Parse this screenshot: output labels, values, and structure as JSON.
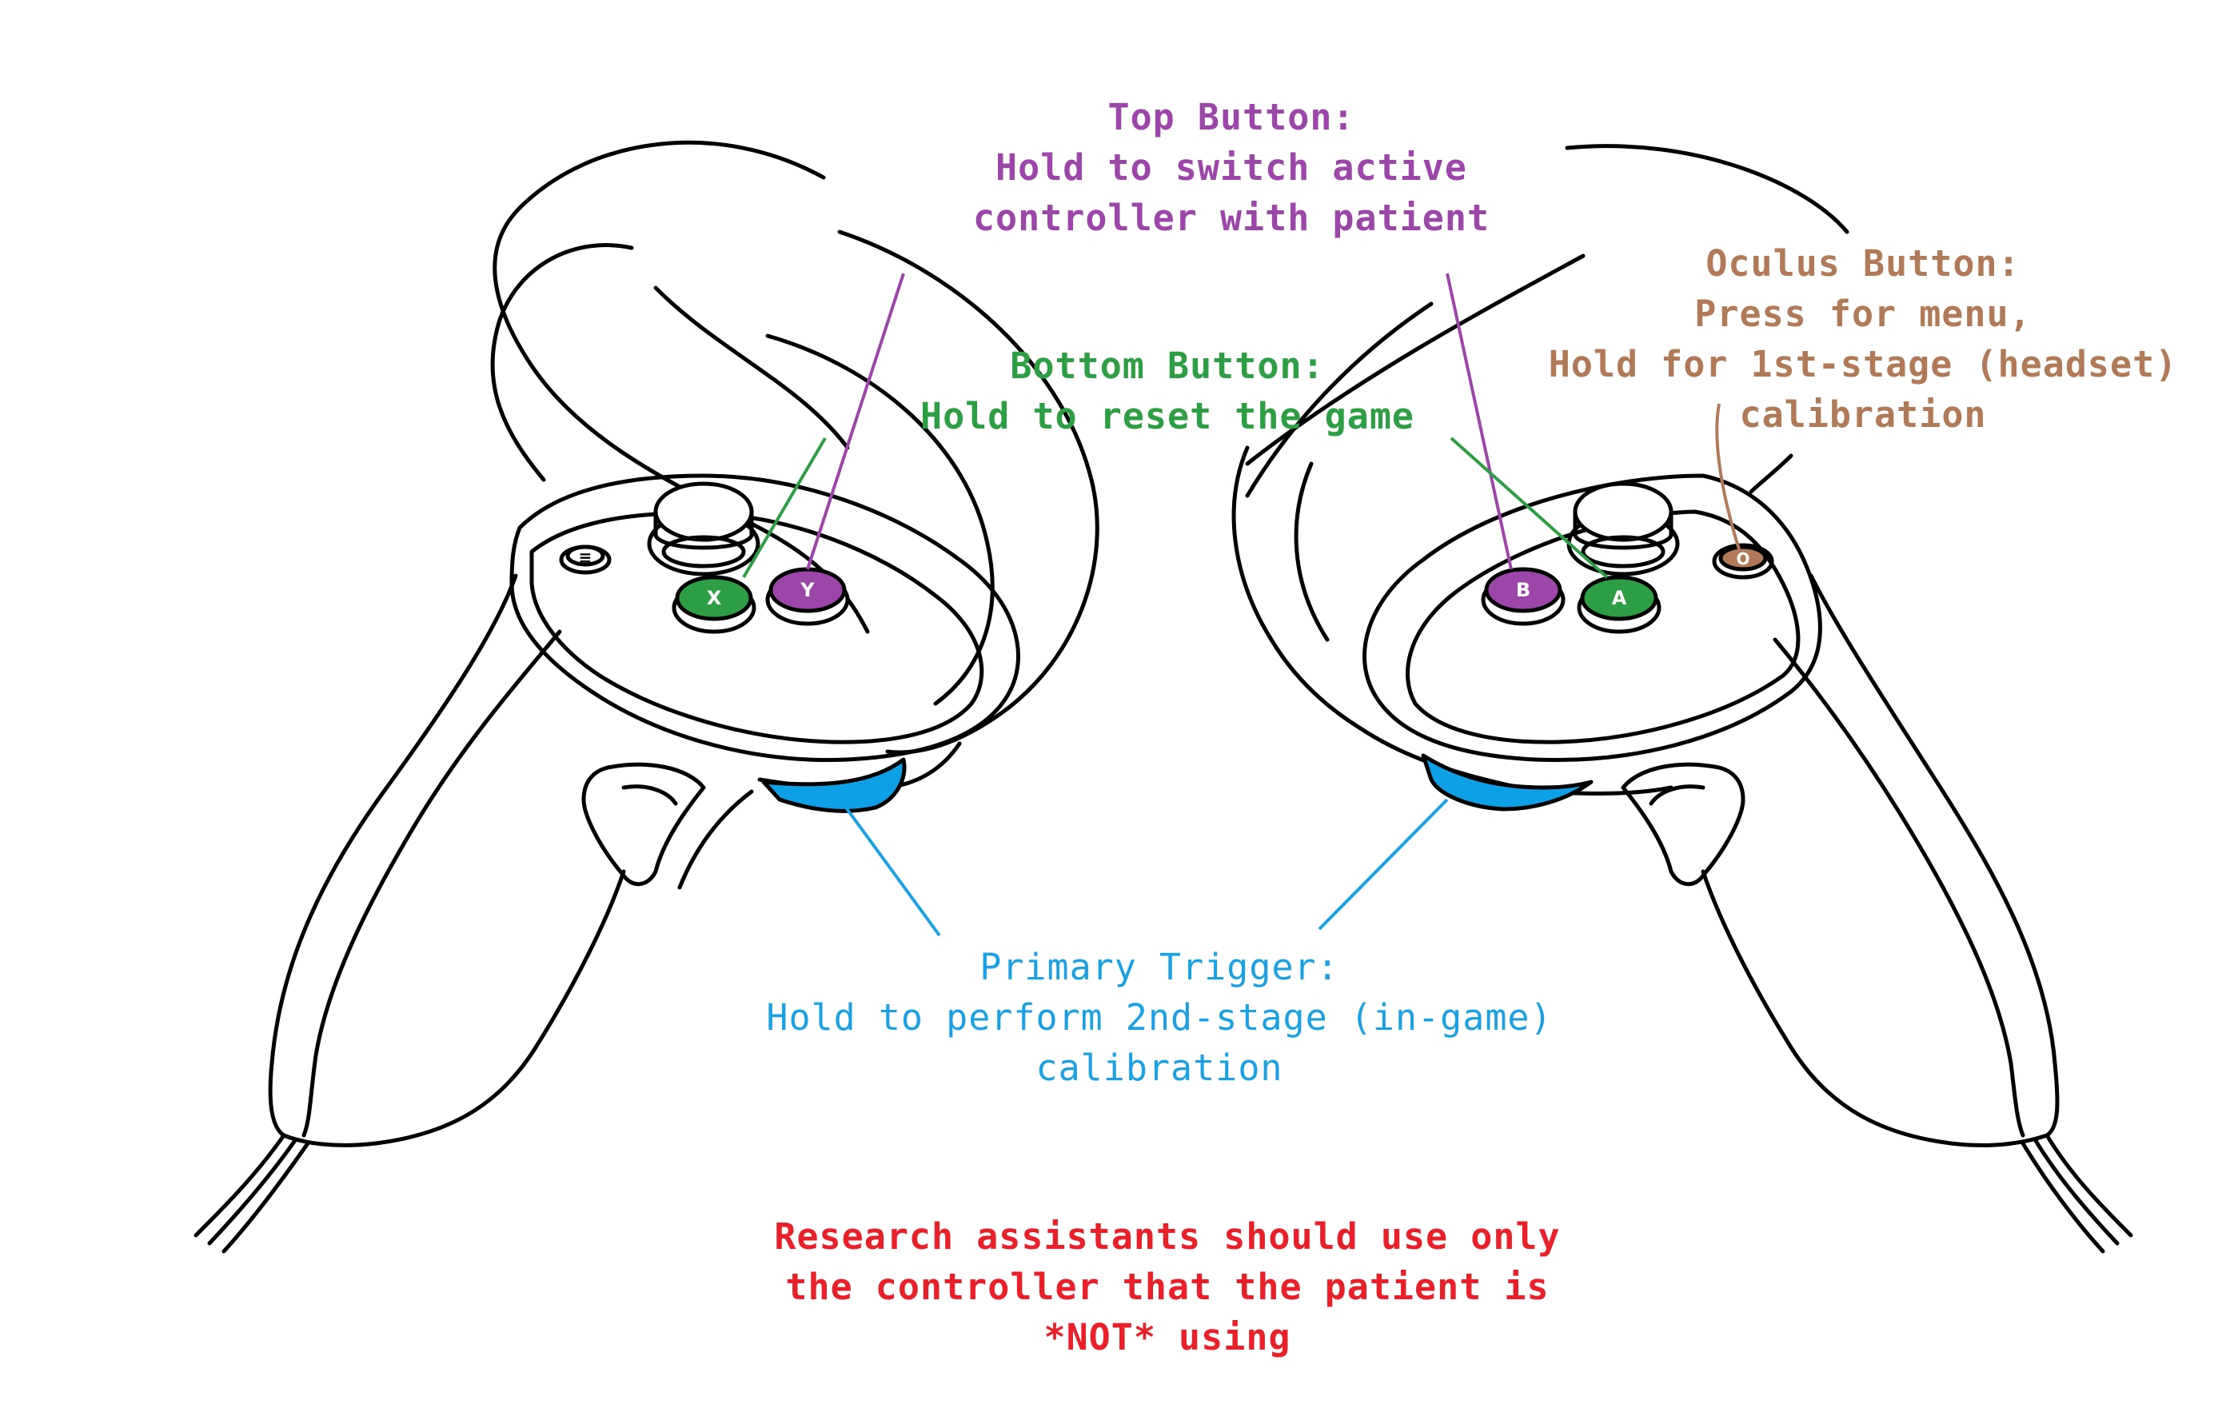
{
  "colors": {
    "top_button": "#9b46a8",
    "bottom_button": "#2e9e45",
    "oculus_button": "#b07a58",
    "primary_trigger": "#1ba1e2",
    "warning": "#e8202a",
    "outline": "#000000",
    "trigger_fill": "#0ea0e6"
  },
  "labels": {
    "top_button": {
      "title": "Top Button:",
      "line1": "Hold to switch active",
      "line2": "controller with patient"
    },
    "bottom_button": {
      "title": "Bottom Button:",
      "line1": "Hold to reset the game"
    },
    "oculus_button": {
      "title": "Oculus Button:",
      "line1": "Press for menu,",
      "line2": "Hold for 1st-stage (headset)",
      "line3": "calibration"
    },
    "primary_trigger": {
      "title": "Primary Trigger:",
      "line1": "Hold to perform 2nd-stage (in-game)",
      "line2": "calibration"
    },
    "warning": {
      "line1": "Research assistants should use only",
      "line2": "the controller that the patient is",
      "line3": "*NOT* using"
    }
  },
  "button_glyphs": {
    "left_bottom": "X",
    "left_top": "Y",
    "right_top": "B",
    "right_bottom": "A",
    "menu": "≡",
    "oculus": "O"
  }
}
